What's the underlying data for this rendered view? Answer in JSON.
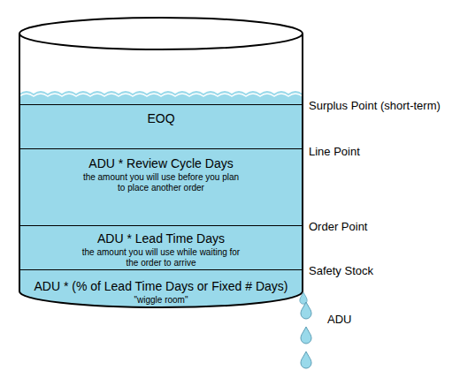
{
  "diagram": {
    "nodes": [
      {
        "text": [
          "EOQ"
        ]
      },
      {
        "text": [
          "ADU * Review Cycle Days",
          "the amount you will use before you plan to place another order"
        ]
      },
      {
        "text": [
          "ADU * Lead Time Days",
          "the amount you will use while waiting for the order to arrive"
        ]
      },
      {
        "text": [
          "ADU * (% of Lead Time Days or Fixed # Days)",
          "\"wiggle room\""
        ]
      }
    ],
    "labels": [
      "Surplus Point (short-term)",
      "Line Point",
      "Order Point",
      "Safety Stock",
      "ADU"
    ]
  }
}
